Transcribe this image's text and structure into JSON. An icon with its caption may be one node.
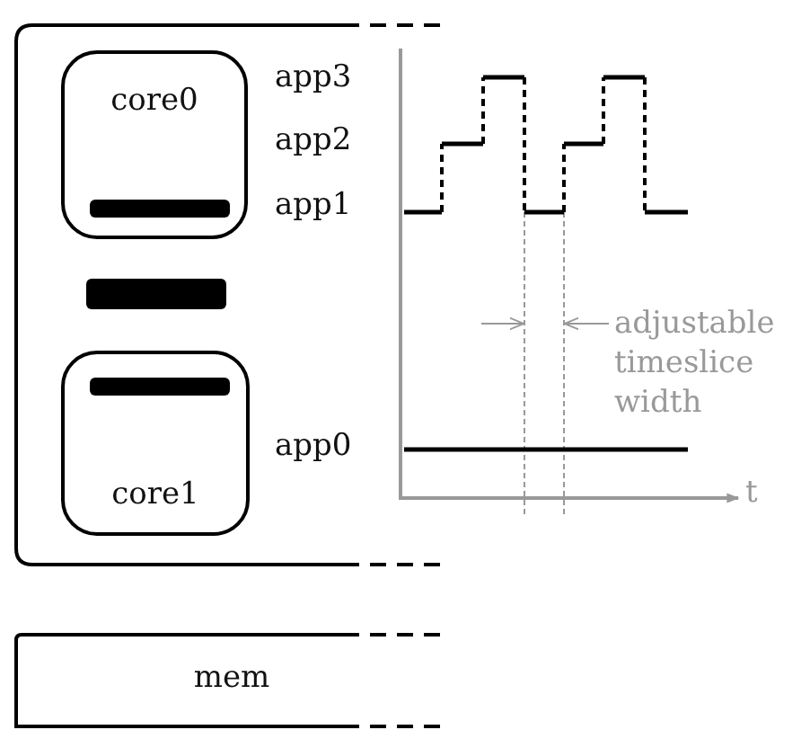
{
  "diagram": {
    "nodes": [
      {
        "text": [],
        "shape": "box"
      },
      {
        "text": [
          "core0"
        ],
        "in": 0
      },
      {
        "text": [],
        "shape": "bar",
        "in": 1
      },
      {
        "text": [],
        "shape": "bar",
        "in": 0
      },
      {
        "text": [
          "core1"
        ],
        "in": 0
      },
      {
        "text": [],
        "shape": "bar",
        "in": 4
      },
      {
        "text": [
          "mem"
        ]
      }
    ],
    "labels": [
      "app3",
      "app2",
      "app1",
      "app0",
      "adjustable timeslice width",
      "t"
    ]
  }
}
